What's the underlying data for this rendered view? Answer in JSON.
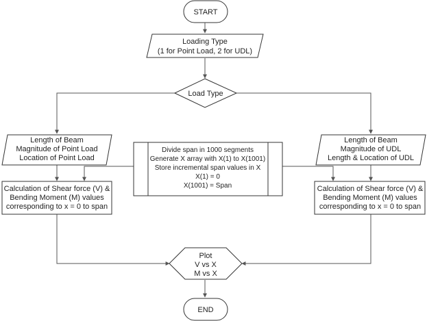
{
  "nodes": {
    "start": "START",
    "loading": [
      "Loading Type",
      "(1 for Point Load, 2 for UDL)"
    ],
    "decision": "Load Type",
    "point_input": [
      "Length of Beam",
      "Magnitude of Point Load",
      "Location of Point Load"
    ],
    "udl_input": [
      "Length of Beam",
      "Magnitude of UDL",
      "Length & Location of UDL"
    ],
    "divide": [
      "Divide span in 1000 segments",
      "Generate X array with X(1) to X(1001)",
      "Store incremental span values in X",
      "X(1) = 0",
      "X(1001) = Span"
    ],
    "calc_left": [
      "Calculation of Shear force (V) &",
      "Bending Moment (M) values",
      "corresponding to x = 0 to span"
    ],
    "calc_right": [
      "Calculation of Shear force (V) &",
      "Bending Moment (M) values",
      "corresponding to x = 0 to span"
    ],
    "plot": [
      "Plot",
      "V vs X",
      "M vs X"
    ],
    "end": "END"
  },
  "colors": {
    "stroke": "#333333",
    "edge": "#555555",
    "fill": "#ffffff"
  }
}
